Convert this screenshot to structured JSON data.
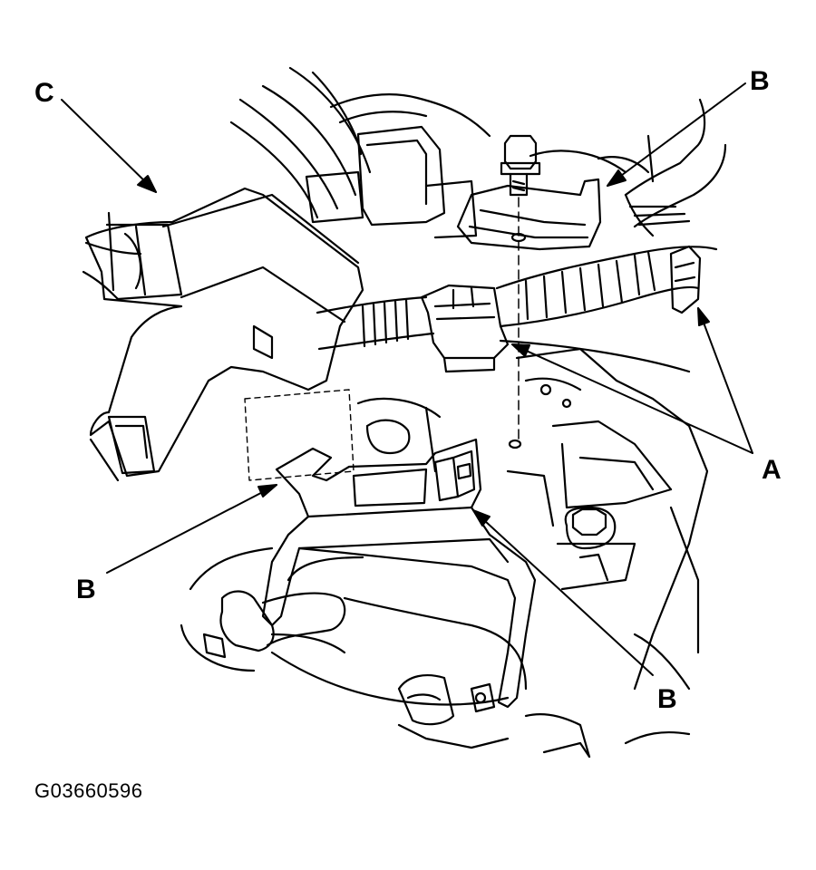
{
  "diagram": {
    "labels": {
      "c": "C",
      "b_top": "B",
      "a": "A",
      "b_left": "B",
      "b_bottom": "B"
    },
    "figure_id": "G03660596"
  }
}
